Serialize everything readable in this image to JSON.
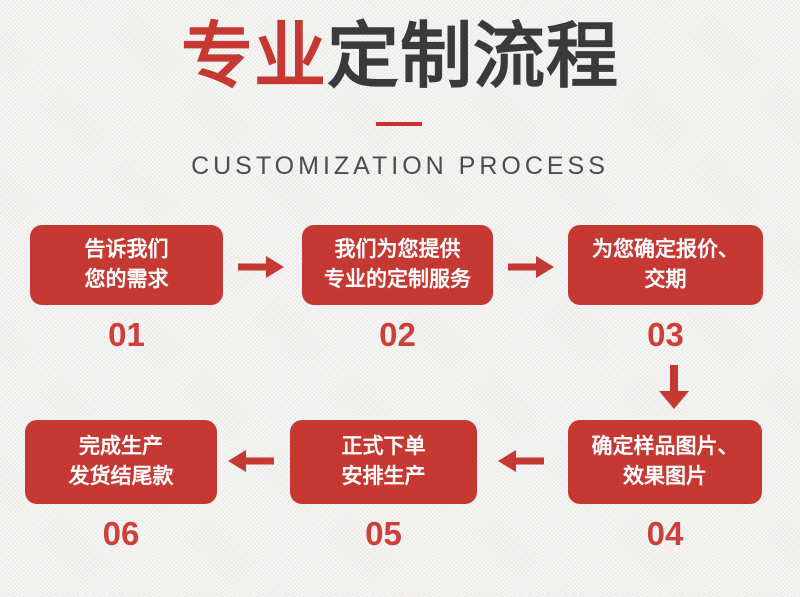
{
  "header": {
    "title_highlight": "专业",
    "title_rest": "定制流程",
    "subtitle": "CUSTOMIZATION PROCESS"
  },
  "steps": [
    {
      "number": "01",
      "line1": "告诉我们",
      "line2": "您的需求"
    },
    {
      "number": "02",
      "line1": "我们为您提供",
      "line2": "专业的定制服务"
    },
    {
      "number": "03",
      "line1": "为您确定报价、",
      "line2": "交期"
    },
    {
      "number": "04",
      "line1": "确定样品图片、",
      "line2": "效果图片"
    },
    {
      "number": "05",
      "line1": "正式下单",
      "line2": "安排生产"
    },
    {
      "number": "06",
      "line1": "完成生产",
      "line2": "发货结尾款"
    }
  ],
  "flow_order": [
    "01",
    "02",
    "03",
    "04",
    "05",
    "06"
  ],
  "colors": {
    "background": "#f2f1ef",
    "box_red": "#c63832",
    "number_red": "#cf3f39",
    "title_red": "#c63832",
    "title_dark": "#3a393b",
    "subtitle_gray": "#4c4c4c",
    "box_text": "#ffffff",
    "divider_red": "#cb302e"
  }
}
